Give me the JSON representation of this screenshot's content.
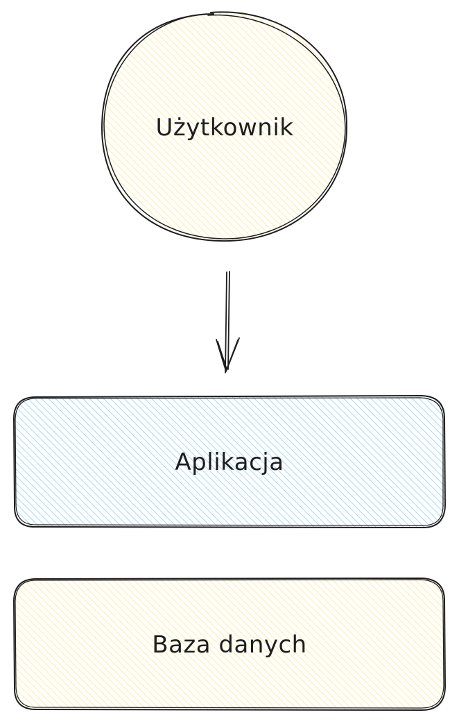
{
  "diagram": {
    "nodes": [
      {
        "id": "uzytkownik",
        "shape": "ellipse",
        "label": "Użytkownik",
        "fill": "#ffec99",
        "stroke": "#1e1e1e"
      },
      {
        "id": "aplikacja",
        "shape": "rounded-rectangle",
        "label": "Aplikacja",
        "fill": "#a5d8ff",
        "stroke": "#1e1e1e"
      },
      {
        "id": "baza-danych",
        "shape": "rounded-rectangle",
        "label": "Baza danych",
        "fill": "#ffec99",
        "stroke": "#1e1e1e"
      }
    ],
    "edges": [
      {
        "from": "uzytkownik",
        "to": "aplikacja",
        "style": "arrow",
        "stroke": "#1e1e1e"
      }
    ]
  }
}
